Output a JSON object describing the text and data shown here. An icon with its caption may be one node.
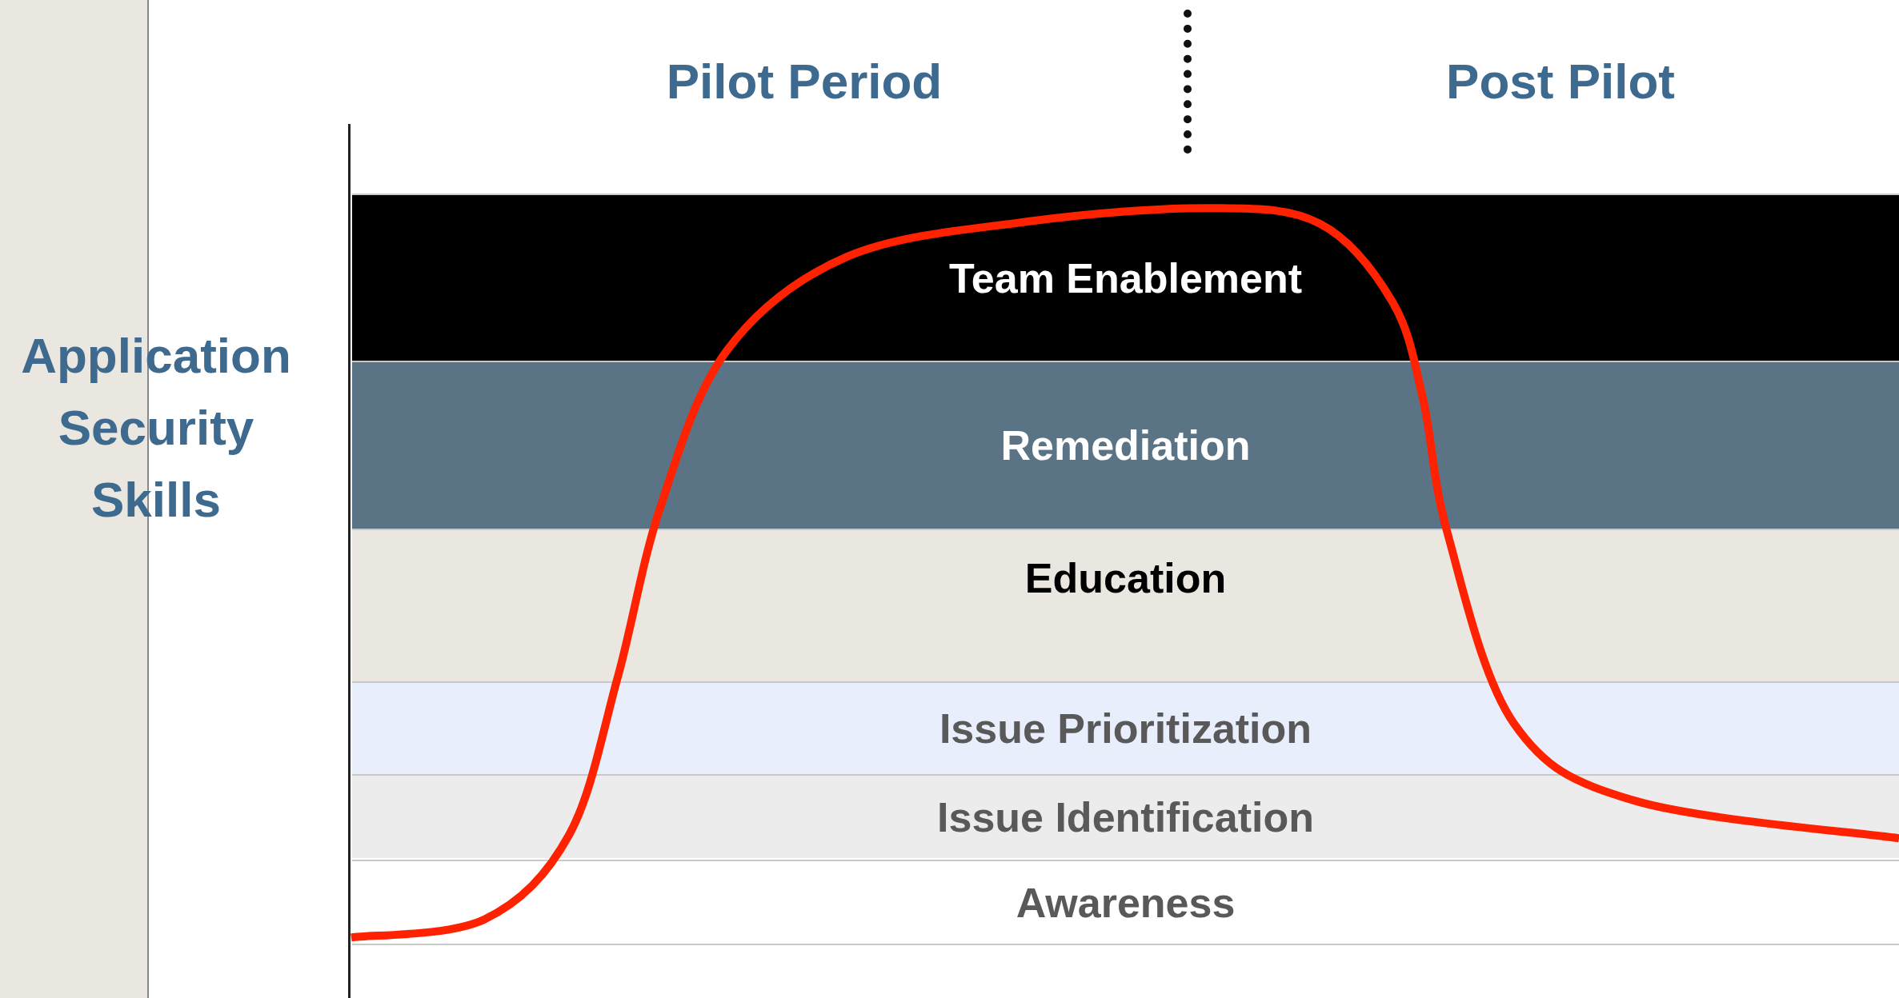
{
  "diagram": {
    "nodes": [
      {
        "text": [
          "Team Enablement"
        ]
      },
      {
        "text": [
          "Remediation"
        ]
      },
      {
        "text": [
          "Education"
        ]
      },
      {
        "text": [
          "Issue Prioritization"
        ]
      },
      {
        "text": [
          "Issue Identification"
        ]
      },
      {
        "text": [
          "Awareness"
        ]
      }
    ],
    "labels": [
      "Pilot Period",
      "Post Pilot",
      "Application Security Skills"
    ]
  }
}
